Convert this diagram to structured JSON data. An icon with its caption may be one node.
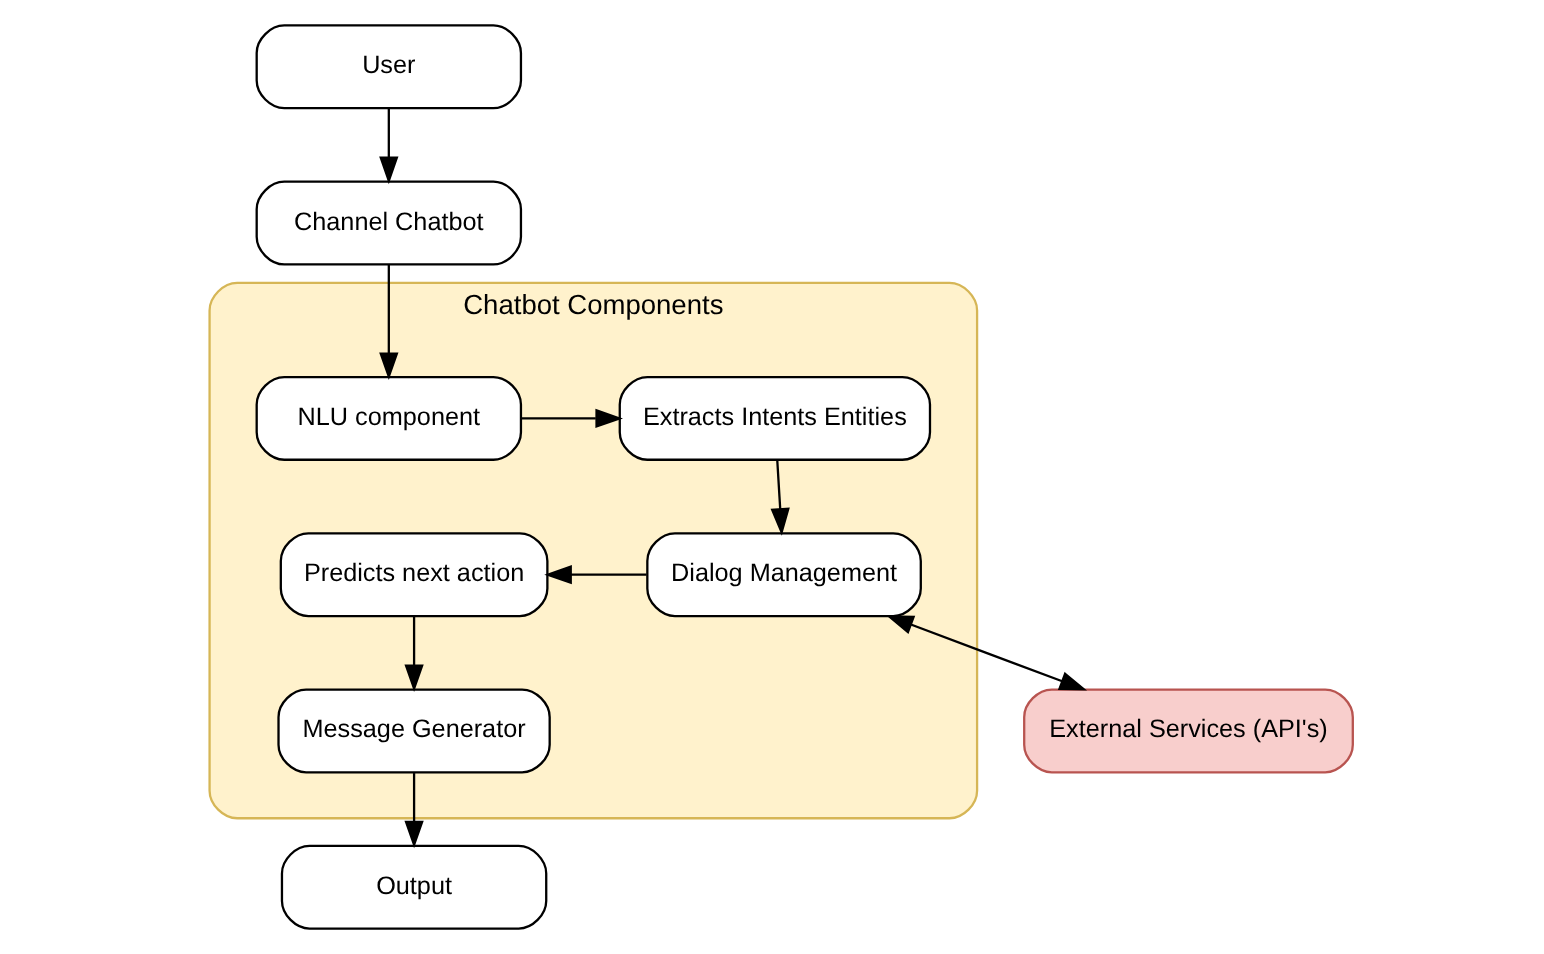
{
  "diagram": {
    "nodes": [
      {
        "text": [
          "User"
        ]
      },
      {
        "text": [
          "Channel Chatbot"
        ]
      },
      {
        "text": [
          "Chatbot Components"
        ]
      },
      {
        "text": [
          "NLU component"
        ],
        "in": 2
      },
      {
        "text": [
          "Extracts Intents Entities"
        ],
        "in": 2
      },
      {
        "text": [
          "Dialog Management"
        ],
        "in": 2
      },
      {
        "text": [
          "Predicts next action"
        ],
        "in": 2
      },
      {
        "text": [
          "Message Generator"
        ],
        "in": 2
      },
      {
        "text": [
          "External Services (API's)"
        ]
      },
      {
        "text": [
          "Output"
        ]
      }
    ],
    "edges": [
      {
        "from": 0,
        "to": 1,
        "arrow": "to"
      },
      {
        "from": 1,
        "to": 3,
        "arrow": "to"
      },
      {
        "from": 3,
        "to": 4,
        "arrow": "to"
      },
      {
        "from": 4,
        "to": 5,
        "arrow": "to"
      },
      {
        "from": 5,
        "to": 6,
        "arrow": "to"
      },
      {
        "from": 6,
        "to": 7,
        "arrow": "to"
      },
      {
        "from": 5,
        "to": 8,
        "arrow": "both"
      },
      {
        "from": 7,
        "to": 9,
        "arrow": "to"
      }
    ]
  }
}
